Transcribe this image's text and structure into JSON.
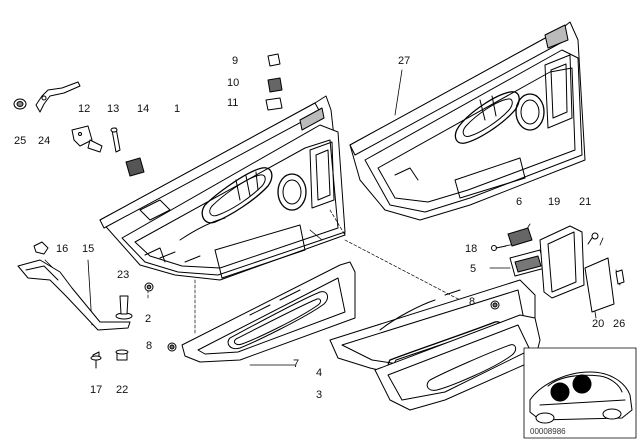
{
  "diagram": {
    "part_numbers": {
      "p1": "1",
      "p2": "2",
      "p3": "3",
      "p4": "4",
      "p5": "5",
      "p6": "6",
      "p7": "7",
      "p8a": "8",
      "p8b": "8",
      "p9": "9",
      "p10": "10",
      "p11": "11",
      "p12": "12",
      "p13": "13",
      "p14": "14",
      "p15": "15",
      "p16": "16",
      "p17": "17",
      "p18": "18",
      "p19": "19",
      "p20": "20",
      "p21": "21",
      "p22": "22",
      "p23": "23",
      "p24": "24",
      "p25": "25",
      "p26": "26",
      "p27": "27"
    },
    "image_code": "00008986",
    "line_color": "#000000",
    "fill_color": "#ffffff"
  }
}
